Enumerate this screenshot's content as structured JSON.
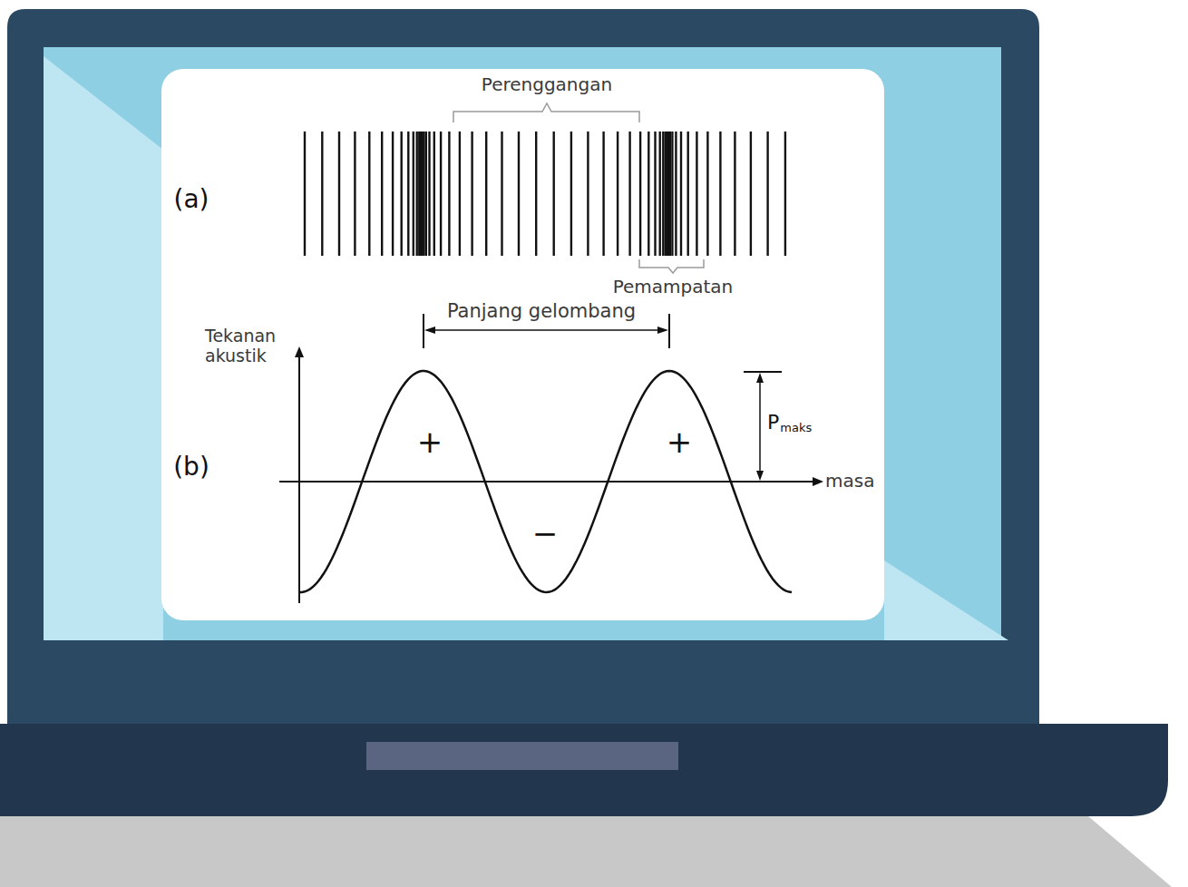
{
  "diagram": {
    "labels": [
      "Perenggangan",
      "(a)",
      "Pemampatan",
      "Panjang gelombang",
      "Tekanan akustik",
      "(b)",
      "+",
      "+",
      "−",
      "P",
      "maks",
      "masa"
    ]
  }
}
